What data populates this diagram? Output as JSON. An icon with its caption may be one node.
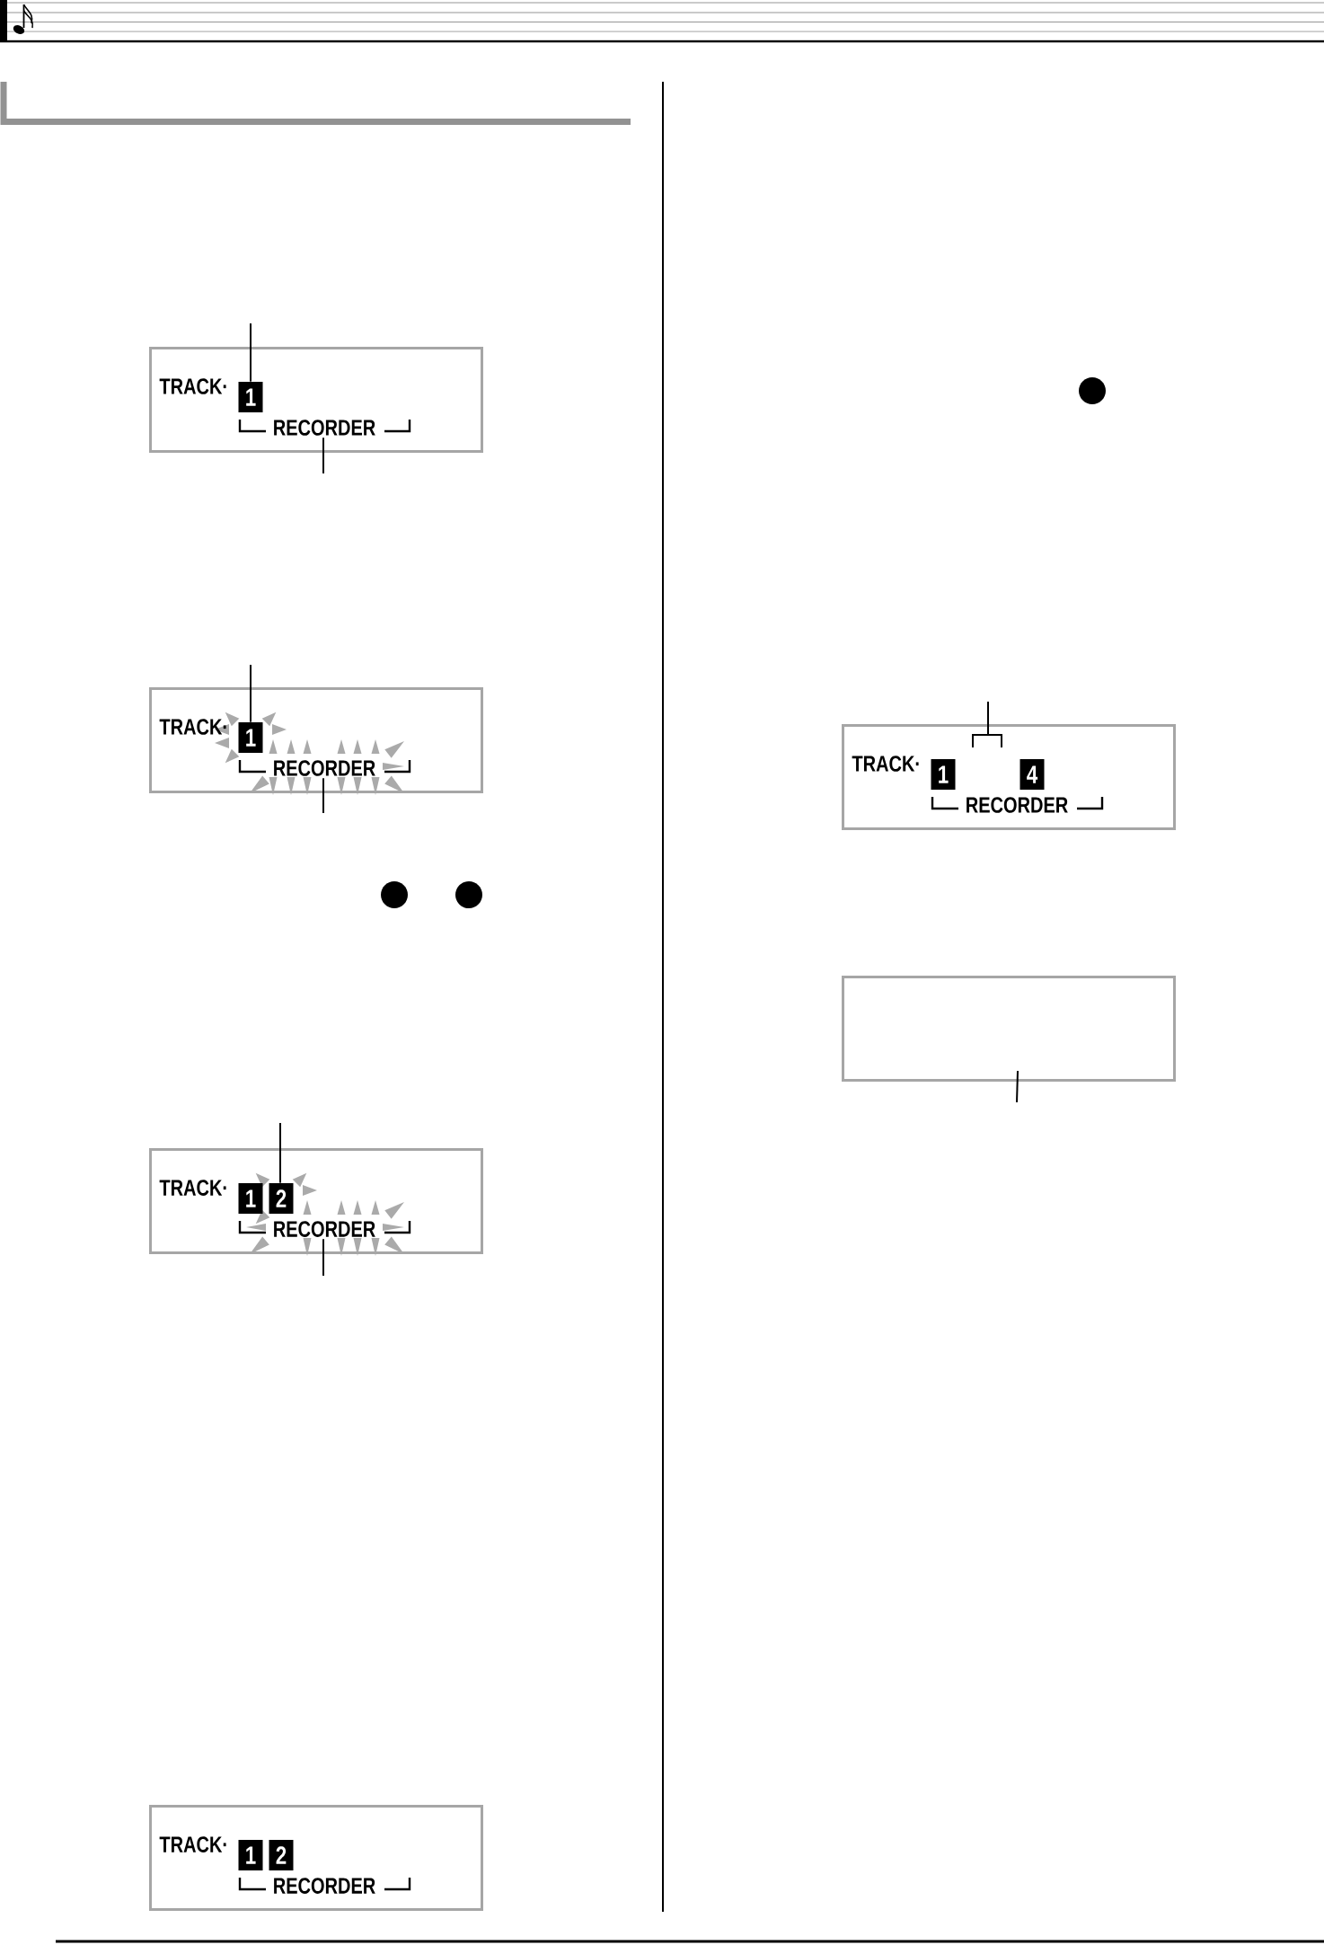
{
  "diagram": {
    "nodes": [
      {
        "text": [
          "TRACK·"
        ]
      },
      {
        "text": [
          "1"
        ],
        "in": 0
      },
      {
        "text": [
          "RECORDER"
        ],
        "in": 0
      },
      {
        "text": [
          "TRACK·"
        ]
      },
      {
        "text": [
          "1"
        ],
        "in": 3
      },
      {
        "text": [
          "RECORDER"
        ],
        "in": 3
      },
      {
        "text": [
          "TRACK·"
        ]
      },
      {
        "text": [
          "1"
        ],
        "in": 6
      },
      {
        "text": [
          "2"
        ],
        "in": 6
      },
      {
        "text": [
          "RECORDER"
        ],
        "in": 6
      },
      {
        "text": [
          "TRACK·"
        ]
      },
      {
        "text": [
          "1"
        ],
        "in": 10
      },
      {
        "text": [
          "2"
        ],
        "in": 10
      },
      {
        "text": [
          "RECORDER"
        ],
        "in": 10
      },
      {
        "text": [
          "TRACK·"
        ]
      },
      {
        "text": [
          "1"
        ],
        "in": 14
      },
      {
        "text": [
          "4"
        ],
        "in": 14
      },
      {
        "text": [
          "RECORDER"
        ],
        "in": 14
      },
      {
        "text": [],
        "shape": "box"
      }
    ],
    "edges": [
      {
        "from": null,
        "to": 1,
        "arrow": "none"
      },
      {
        "from": null,
        "to": 2,
        "arrow": "none"
      },
      {
        "from": null,
        "to": 4,
        "arrow": "none"
      },
      {
        "from": null,
        "to": 5,
        "arrow": "none"
      },
      {
        "from": null,
        "to": 8,
        "arrow": "none"
      },
      {
        "from": null,
        "to": 9,
        "arrow": "none"
      },
      {
        "from": null,
        "to": 14,
        "arrow": "none"
      },
      {
        "from": null,
        "to": 18,
        "arrow": "none"
      }
    ]
  }
}
